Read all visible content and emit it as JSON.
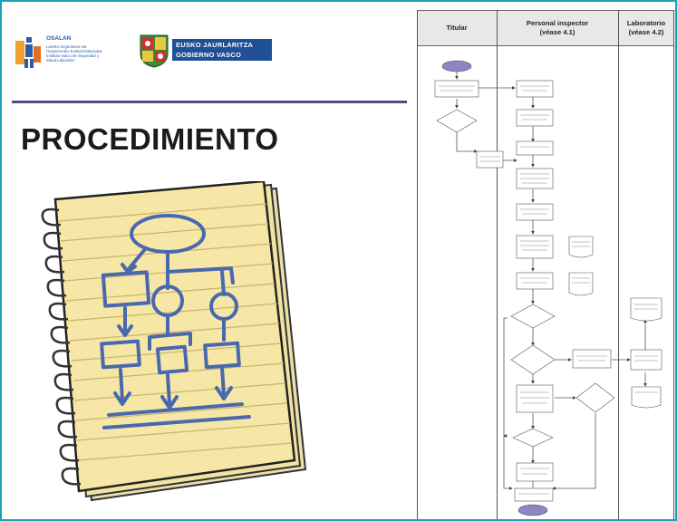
{
  "slide": {
    "logo": {
      "name": "OSALAN",
      "lines": [
        "Laneko Segurtasun eta",
        "Osasunerako Euskal Erakundea",
        "Instituto Vasco de Seguridad y",
        "Salud Laborales"
      ]
    },
    "government": {
      "line1": "EUSKO JAURLARITZA",
      "line2": "GOBIERNO VASCO"
    },
    "title": "PROCEDIMIENTO"
  },
  "flowchart": {
    "lanes": [
      {
        "title": "Titular",
        "subtitle": ""
      },
      {
        "title": "Personal inspector",
        "subtitle": "(véase 4.1)"
      },
      {
        "title": "Laboratorio",
        "subtitle": "(véase 4.2)"
      }
    ]
  },
  "colors": {
    "frame": "#1aa3b0",
    "rule": "#4b4e7a",
    "notebook_paper": "#f6e7a6",
    "sketch_blue": "#4a68b0",
    "terminator": "#8c86c4",
    "government": "#1f4f94"
  }
}
